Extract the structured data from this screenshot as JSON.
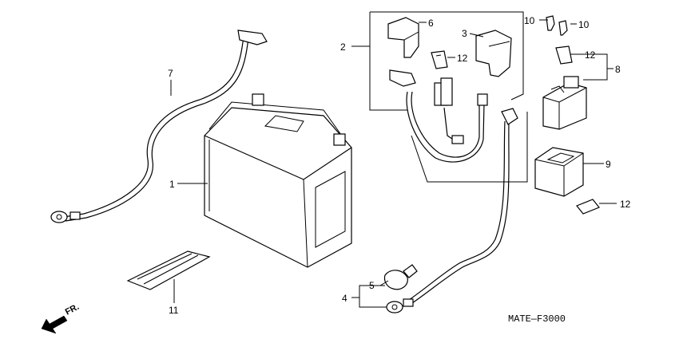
{
  "diagram": {
    "code": "MATE—F3000",
    "direction_label": "FR.",
    "callouts": {
      "battery": "1",
      "cable_set": "2",
      "cover_large": "3",
      "neg_cable": "4",
      "terminal_cap": "5",
      "cover_small": "6",
      "pos_cable": "7",
      "relay": "8",
      "relay_holder": "9",
      "bolt_a": "10",
      "bolt_b": "10",
      "fuse_a": "12",
      "fuse_b": "12",
      "fuse_c": "12",
      "band": "11"
    }
  }
}
